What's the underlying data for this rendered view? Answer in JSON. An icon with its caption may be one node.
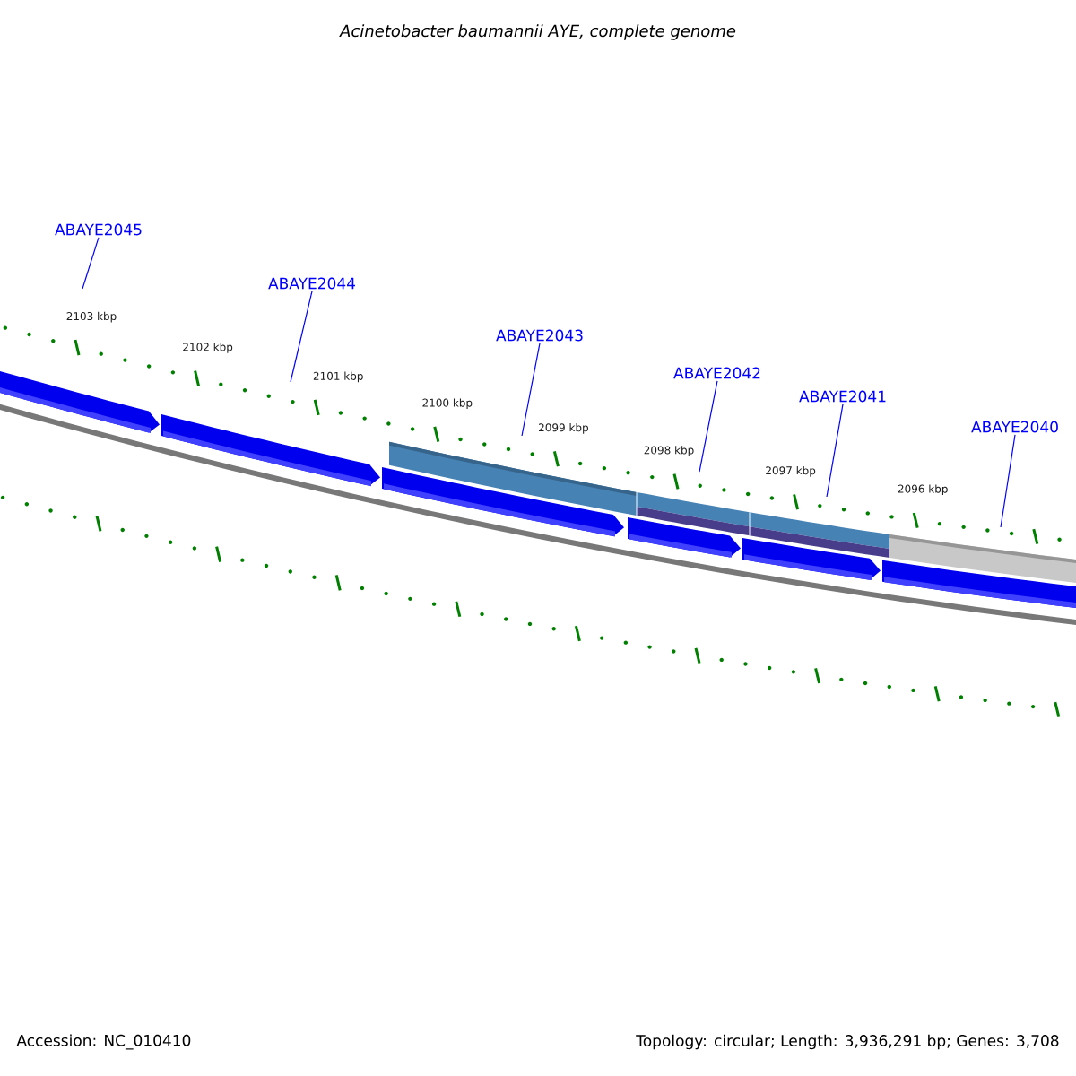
{
  "diagram": {
    "title": "Acinetobacter baumannii AYE, complete genome",
    "nodes": [
      {
        "text": [
          "ABAYE2045"
        ]
      },
      {
        "text": [
          "ABAYE2044"
        ]
      },
      {
        "text": [
          "ABAYE2043"
        ]
      },
      {
        "text": [
          "ABAYE2042"
        ]
      },
      {
        "text": [
          "ABAYE2041"
        ]
      },
      {
        "text": [
          "ABAYE2040"
        ]
      }
    ],
    "edges": [
      {
        "from": 0,
        "to": null,
        "arrow": "none"
      },
      {
        "from": 1,
        "to": null,
        "arrow": "none"
      },
      {
        "from": 2,
        "to": null,
        "arrow": "none"
      },
      {
        "from": 3,
        "to": null,
        "arrow": "none"
      },
      {
        "from": 4,
        "to": null,
        "arrow": "none"
      },
      {
        "from": 5,
        "to": null,
        "arrow": "none"
      }
    ],
    "labels": [
      "2103 kbp",
      "2102 kbp",
      "2101 kbp",
      "2100 kbp",
      "2099 kbp",
      "2098 kbp",
      "2097 kbp",
      "2096 kbp",
      "Accession: NC_010410",
      "Topology: circular; Length: 3,936,291 bp; Genes: 3,708"
    ]
  }
}
